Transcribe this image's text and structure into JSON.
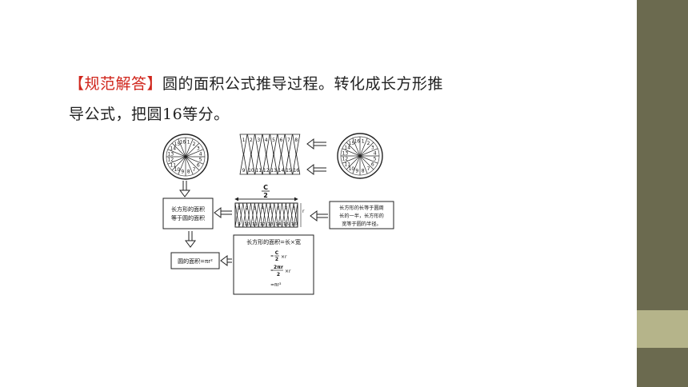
{
  "colors": {
    "accent_red": "#d0261c",
    "side_bar": "#6b6a4f",
    "side_accent": "#b5b48a"
  },
  "answer": {
    "label": "【规范解答】",
    "line1_text": "圆的面积公式推导过程。转化成长方形推",
    "line2_text": "导公式，把圆16等分。"
  },
  "figure": {
    "circle_numbers": [
      "1",
      "2",
      "3",
      "4",
      "5",
      "6",
      "7",
      "8",
      "9",
      "10",
      "11",
      "12",
      "13",
      "14",
      "15",
      "16"
    ],
    "strip_numbers_top": [
      "1",
      "2",
      "3",
      "4",
      "5",
      "6",
      "7",
      "8"
    ],
    "strip_numbers_bottom": [
      "9",
      "10",
      "11",
      "12",
      "13",
      "14",
      "15",
      "16"
    ],
    "rect_box_text": [
      "长方形的面积",
      "等于圆的面积"
    ],
    "note_box_text": [
      "长方形的长等于圆周",
      "长的一半，长方形的",
      "宽等于圆的半径。"
    ],
    "c_over_2": {
      "num": "C",
      "den": "2"
    },
    "radius_label": "r",
    "circle_area_text": "圆的面积=πr²",
    "formula_title": "长方形的面积=长×宽",
    "formula_steps": [
      "×r",
      "2πr",
      "×r",
      "=πr²"
    ],
    "formula_fraction1": {
      "num": "C",
      "den": "2"
    },
    "formula_fraction2_den": "2"
  }
}
